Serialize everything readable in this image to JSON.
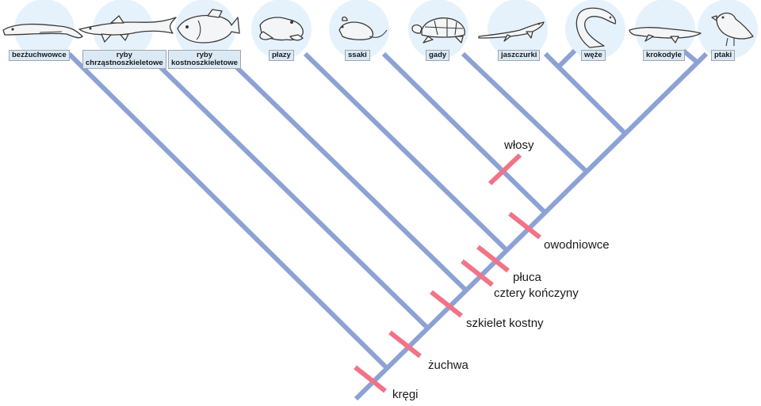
{
  "taxa": [
    {
      "id": "bezzuchwowce",
      "label": "bezżuchwowce",
      "icon": "lamprey-icon"
    },
    {
      "id": "ryby-chrzastnoszkieletowe",
      "label": "ryby chrząstnoszkieletowe",
      "line1": "ryby",
      "line2": "chrząstnoszkieletowe",
      "icon": "shark-icon"
    },
    {
      "id": "ryby-kostnoszkieletowe",
      "label": "ryby kostnoszkieletowe",
      "line1": "ryby",
      "line2": "kostnoszkieletowe",
      "icon": "bony-fish-icon"
    },
    {
      "id": "plazy",
      "label": "płazy",
      "icon": "frog-icon"
    },
    {
      "id": "ssaki",
      "label": "ssaki",
      "icon": "mouse-icon"
    },
    {
      "id": "gady",
      "label": "gady",
      "icon": "turtle-icon"
    },
    {
      "id": "jaszczurki",
      "label": "jaszczurki",
      "icon": "lizard-icon"
    },
    {
      "id": "weze",
      "label": "węże",
      "icon": "snake-icon"
    },
    {
      "id": "krokodyle",
      "label": "krokodyle",
      "icon": "crocodile-icon"
    },
    {
      "id": "ptaki",
      "label": "ptaki",
      "icon": "bird-icon"
    }
  ],
  "traits": {
    "kregi": "kręgi",
    "zuchwa": "żuchwa",
    "szkielet_kostny": "szkielet kostny",
    "cztery_konczyny": "cztery kończyny",
    "pluca": "płuca",
    "owodniowce": "owodniowce",
    "wlosy": "włosy"
  },
  "colors": {
    "branch": "#8da2d4",
    "trait_marker": "#f27387",
    "circle": "#e6f2fb",
    "label_fill": "#dbe9f5"
  }
}
